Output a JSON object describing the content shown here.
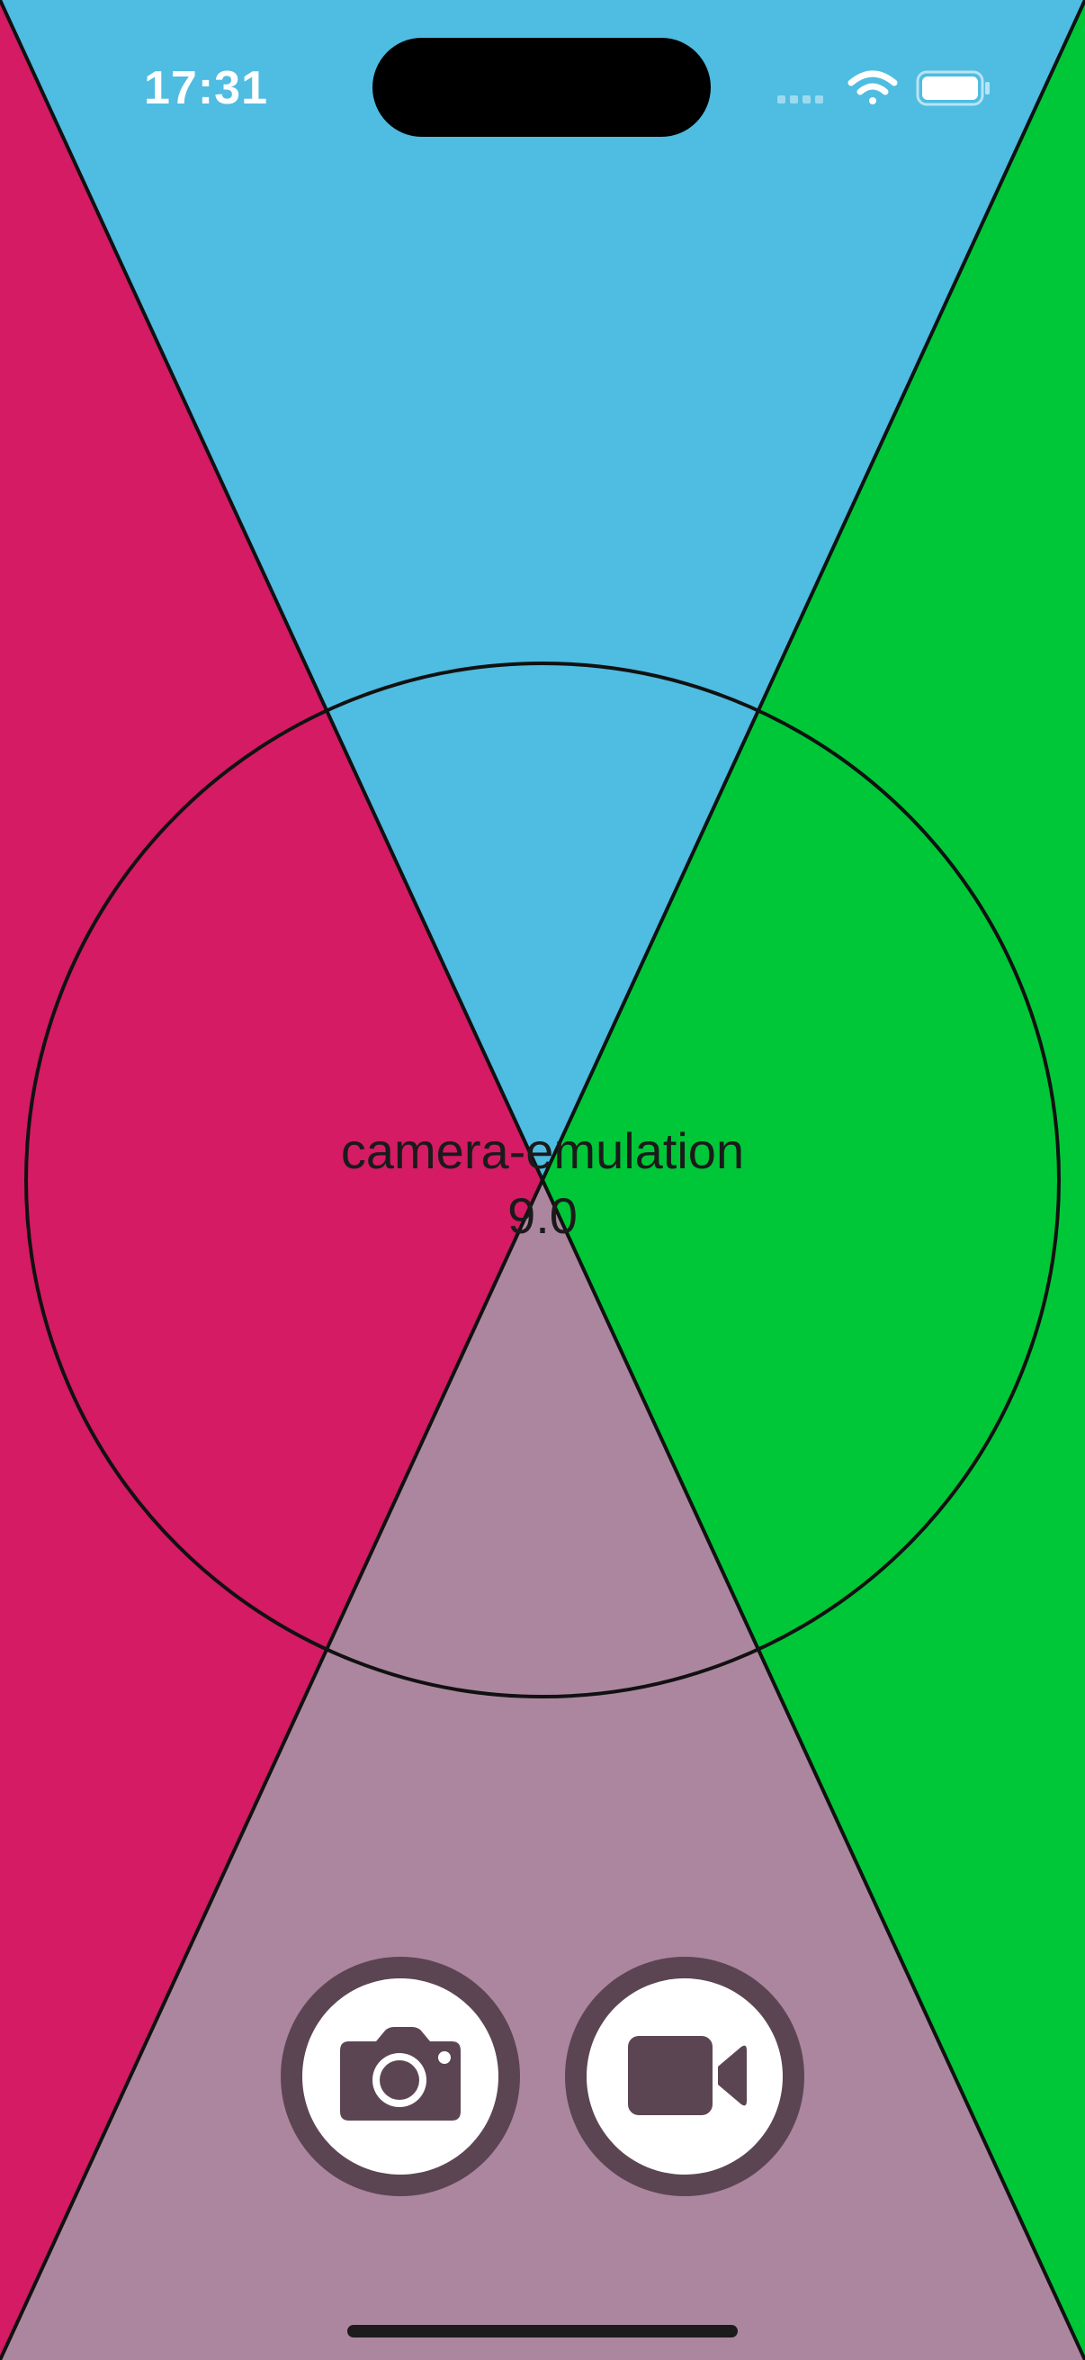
{
  "status_bar": {
    "time": "17:31",
    "signal_icon": "cellular-signal-icon",
    "wifi_icon": "wifi-icon",
    "battery_icon": "battery-icon"
  },
  "background": {
    "top_color": "#4fbce1",
    "left_color": "#d41b64",
    "right_color": "#00c738",
    "bottom_color": "#ac869f",
    "line_color": "#111111"
  },
  "emulator": {
    "title": "camera-emulation",
    "version": "9.0"
  },
  "controls": {
    "photo_button_icon": "camera-icon",
    "video_button_icon": "video-camera-icon",
    "button_color": "#5c4553"
  }
}
